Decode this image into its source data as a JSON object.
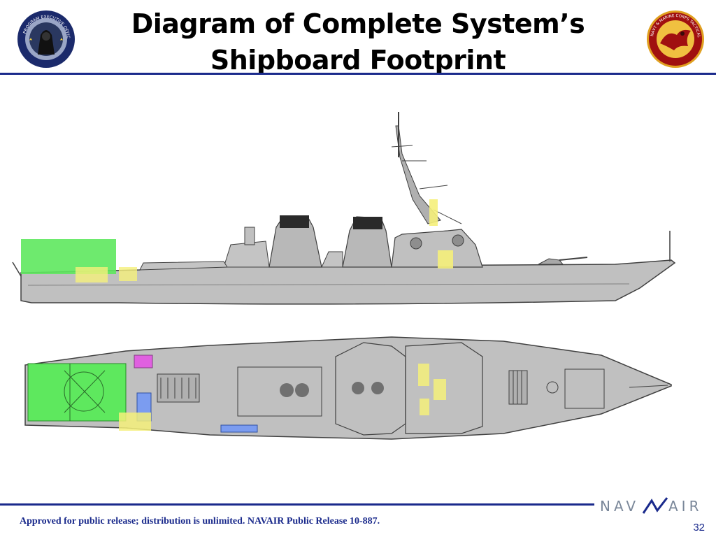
{
  "slide": {
    "title_line1": "Diagram of Complete System’s",
    "title_line2": "Shipboard Footprint",
    "footer_note": "Approved for public release;  distribution is unlimited.  NAVAIR Public Release 10-887.",
    "page_number": "32"
  },
  "logos": {
    "left_seal": {
      "icon": "program-office-seal-icon",
      "text": "PROGRAM EXECUTIVE OFFICE UNMANNED AVIATION & STRIKE WEAPONS"
    },
    "right_seal": {
      "icon": "tactical-uas-seal-icon",
      "text": "NAVY & MARINE CORPS TACTICAL UNMANNED AIRCRAFT SYSTEMS"
    },
    "brand_left": "NAV",
    "brand_right": "AIR"
  },
  "colors": {
    "title_rule": "#1a2a8c",
    "ship": "#c0c0c0",
    "ship_outline": "#404040",
    "green_area": "#5ee85e",
    "yellow_area": "#f5f07a",
    "magenta_area": "#e060e0",
    "blue_area": "#7b9cf0"
  }
}
